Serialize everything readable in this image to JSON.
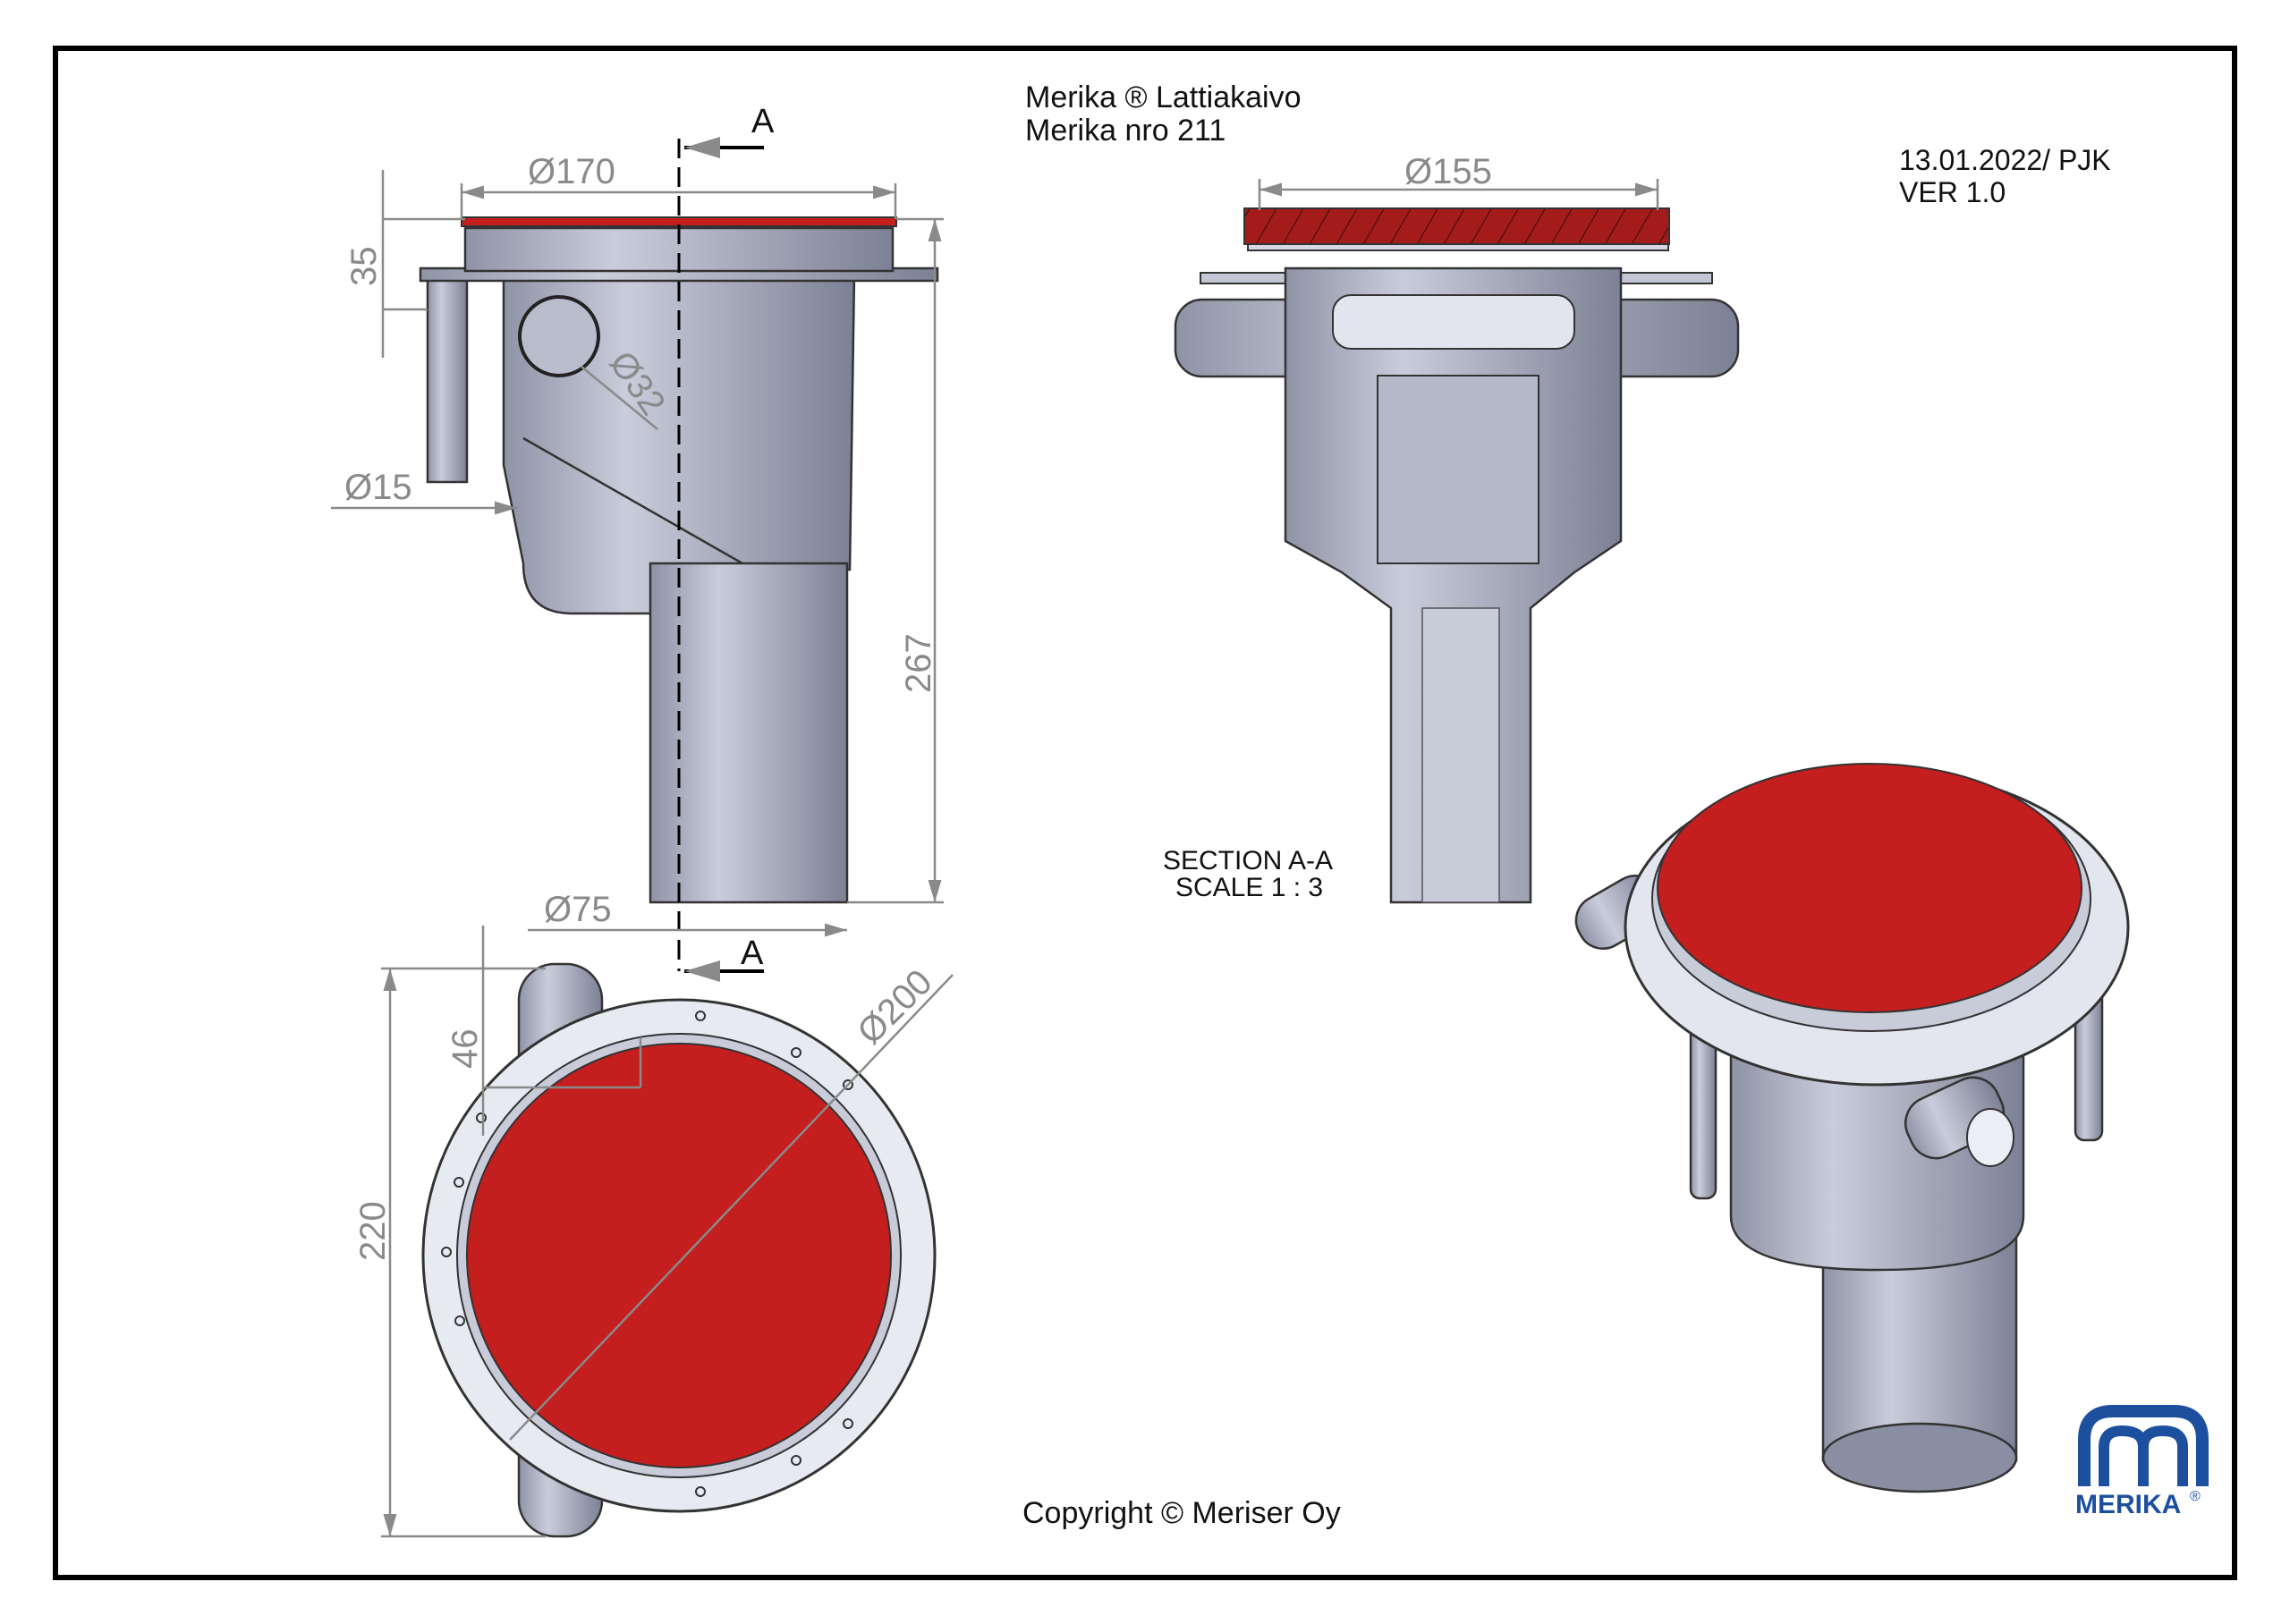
{
  "title": {
    "line1": "Merika ® Lattiakaivo",
    "line2": "Merika nro  211"
  },
  "revision": {
    "date": "13.01.2022/ PJK",
    "version": "VER 1.0"
  },
  "front_view": {
    "dimensions": {
      "top_diameter": "Ø170",
      "flange_height": "35",
      "inlet_diameter": "Ø32",
      "leg_diameter": "Ø15",
      "total_height": "267",
      "outlet_diameter": "Ø75"
    },
    "section_marker_top": "A",
    "section_marker_bottom": "A"
  },
  "top_view": {
    "dimensions": {
      "flange_diameter": "Ø200",
      "pipe_offset": "46",
      "total_width": "220"
    }
  },
  "section_view": {
    "dimensions": {
      "grate_diameter": "Ø155"
    },
    "label": "SECTION A-A",
    "scale": "SCALE 1 : 3"
  },
  "footer": {
    "copyright": "Copyright © Meriser Oy"
  },
  "logo": {
    "text": "MERIKA",
    "mark": "®"
  },
  "colors": {
    "grate": "#c41e1e",
    "metal": "#a9adbf",
    "logo": "#1d4f9f",
    "dimension": "#8a8a8a"
  }
}
